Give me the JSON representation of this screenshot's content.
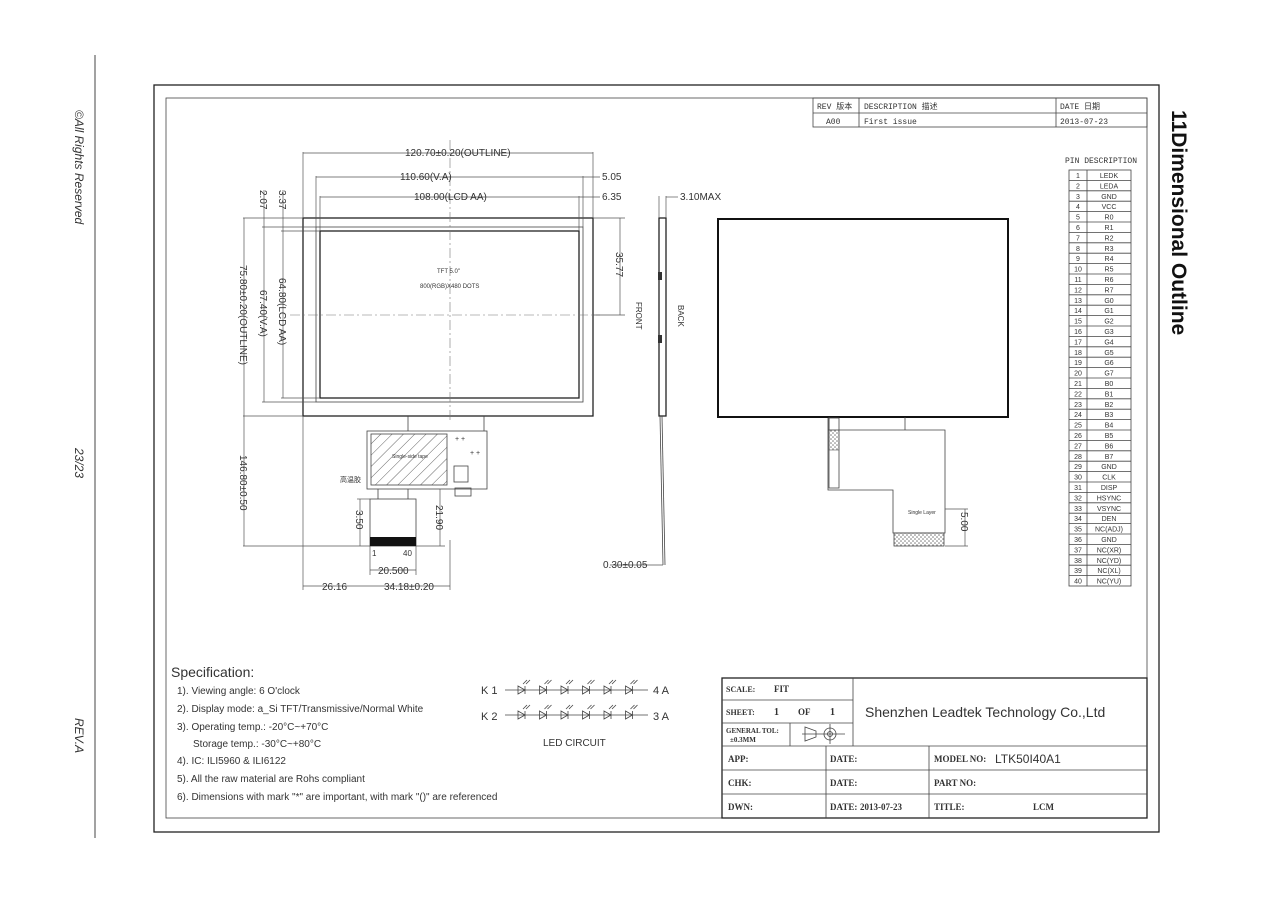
{
  "side_text": {
    "rights": "©All Rights Reserved",
    "page": "23/23",
    "rev": "REV.A",
    "section_title": "11Dimensional Outline"
  },
  "revision_table": {
    "headers": [
      "REV 版本",
      "DESCRIPTION 描述",
      "DATE 日期"
    ],
    "row": [
      "A00",
      "First issue",
      "2013-07-23"
    ]
  },
  "dimensions": {
    "outline_w": "120.70±0.20(OUTLINE)",
    "va_w": "110.60(V.A)",
    "lcd_aa_w": "108.00(LCD AA)",
    "d505": "5.05",
    "d635": "6.35",
    "d310": "3.10MAX",
    "d207": "2.07",
    "d337": "3.37",
    "outline_h": "75.80±0.20(OUTLINE)",
    "va_h": "67.40(V.A)",
    "lcd_aa_h": "64.80(LCD AA)",
    "d3577": "35.77",
    "fpc_total": "146.80±0.50",
    "d350": "3.50",
    "d2190": "21.90",
    "d20500": "20.500",
    "d2616": "26.16",
    "d3418": "34.18±0.20",
    "d030": "0.30±0.05",
    "d500": "5.00",
    "pin1": "1",
    "pin40": "40",
    "tft_label": "TFT 5.0\"",
    "res_label": "800(RGB)X480 DOTS",
    "front": "FRONT",
    "back": "BACK",
    "high_temp": "高温胶",
    "stiffener": "Single Layer",
    "ic_text": "Single-side tape"
  },
  "pin_table": {
    "title": "PIN DESCRIPTION",
    "pins": [
      [
        "1",
        "LEDK"
      ],
      [
        "2",
        "LEDA"
      ],
      [
        "3",
        "GND"
      ],
      [
        "4",
        "VCC"
      ],
      [
        "5",
        "R0"
      ],
      [
        "6",
        "R1"
      ],
      [
        "7",
        "R2"
      ],
      [
        "8",
        "R3"
      ],
      [
        "9",
        "R4"
      ],
      [
        "10",
        "R5"
      ],
      [
        "11",
        "R6"
      ],
      [
        "12",
        "R7"
      ],
      [
        "13",
        "G0"
      ],
      [
        "14",
        "G1"
      ],
      [
        "15",
        "G2"
      ],
      [
        "16",
        "G3"
      ],
      [
        "17",
        "G4"
      ],
      [
        "18",
        "G5"
      ],
      [
        "19",
        "G6"
      ],
      [
        "20",
        "G7"
      ],
      [
        "21",
        "B0"
      ],
      [
        "22",
        "B1"
      ],
      [
        "23",
        "B2"
      ],
      [
        "24",
        "B3"
      ],
      [
        "25",
        "B4"
      ],
      [
        "26",
        "B5"
      ],
      [
        "27",
        "B6"
      ],
      [
        "28",
        "B7"
      ],
      [
        "29",
        "GND"
      ],
      [
        "30",
        "CLK"
      ],
      [
        "31",
        "DISP"
      ],
      [
        "32",
        "HSYNC"
      ],
      [
        "33",
        "VSYNC"
      ],
      [
        "34",
        "DEN"
      ],
      [
        "35",
        "NC(ADJ)"
      ],
      [
        "36",
        "GND"
      ],
      [
        "37",
        "NC(XR)"
      ],
      [
        "38",
        "NC(YD)"
      ],
      [
        "39",
        "NC(XL)"
      ],
      [
        "40",
        "NC(YU)"
      ]
    ]
  },
  "specification": {
    "title": "Specification:",
    "items": [
      "1). Viewing angle: 6 O'clock",
      "2). Display mode: a_Si TFT/Transmissive/Normal White",
      "3). Operating temp.: -20°C~+70°C",
      "Storage temp.: -30°C~+80°C",
      "4). IC: ILI5960 & ILI6122",
      "5). All the raw material are Rohs compliant",
      "6). Dimensions with mark \"*\" are important, with mark \"()\" are referenced"
    ]
  },
  "led_circuit": {
    "row1_left": "K 1",
    "row1_right": "4 A",
    "row2_left": "K 2",
    "row2_right": "3 A",
    "label": "LED CIRCUIT"
  },
  "title_block": {
    "scale_label": "SCALE:",
    "scale_value": "FIT",
    "sheet_label": "SHEET:",
    "sheet_num": "1",
    "of_label": "OF",
    "sheet_total": "1",
    "tol_label": "GENERAL TOL:",
    "tol_value": "±0.3MM",
    "company": "Shenzhen Leadtek Technology Co.,Ltd",
    "app_label": "APP:",
    "chk_label": "CHK:",
    "dwn_label": "DWN:",
    "date_label": "DATE:",
    "dwn_date": "2013-07-23",
    "model_label": "MODEL NO:",
    "model_value": "LTK50I40A1",
    "part_label": "PART NO:",
    "title_label": "TITLE:",
    "title_value": "LCM"
  }
}
